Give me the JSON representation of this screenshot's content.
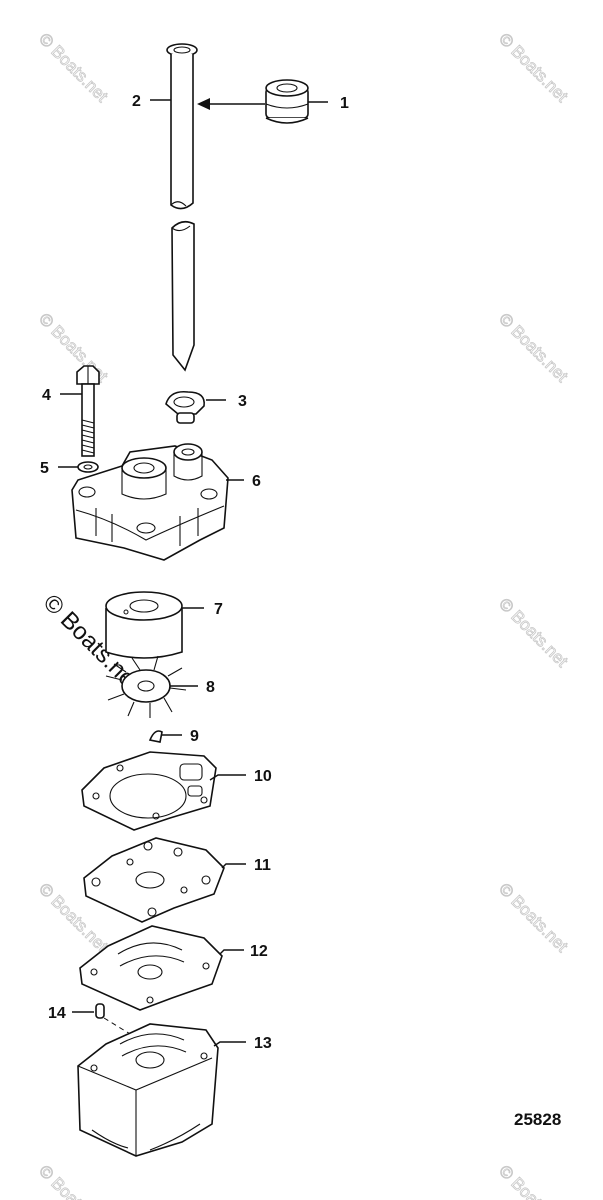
{
  "watermark": "© Boats.net",
  "figure_number": "25828",
  "callouts": [
    "1",
    "2",
    "3",
    "4",
    "5",
    "6",
    "7",
    "8",
    "9",
    "10",
    "11",
    "12",
    "13",
    "14"
  ],
  "colors": {
    "line": "#111111",
    "watermark": "#c8c8c8",
    "background": "#ffffff"
  }
}
